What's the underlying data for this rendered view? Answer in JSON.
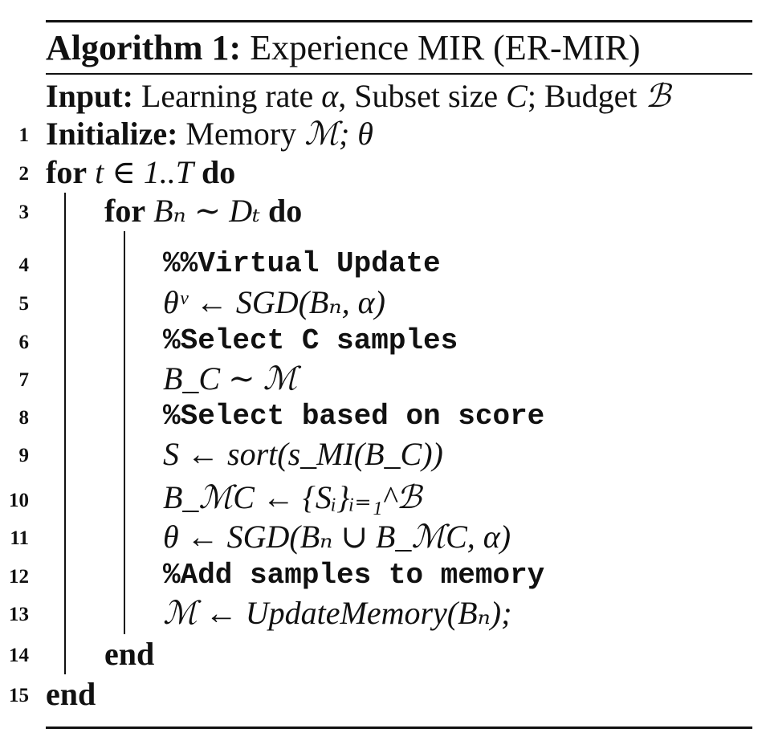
{
  "algorithm": {
    "label": "Algorithm 1:",
    "title": "Experience MIR (ER-MIR)"
  },
  "input": {
    "keyword": "Input:",
    "text_a": "Learning rate",
    "alpha": "α",
    "text_b": ", Subset size",
    "C": "C",
    "text_c": "; Budget",
    "B": "ℬ"
  },
  "lines": [
    {
      "num": "1",
      "kw": "Initialize:",
      "text": "Memory",
      "sym": "ℳ",
      "tail": "; θ"
    },
    {
      "num": "2",
      "kw_for": "for",
      "expr": "t ∈ 1..T",
      "kw_do": "do"
    },
    {
      "num": "3",
      "kw_for": "for",
      "expr": "Bₙ ∼ Dₜ",
      "kw_do": "do"
    },
    {
      "num": "4",
      "code": "%%Virtual Update"
    },
    {
      "num": "5",
      "math": "θᵛ ← SGD(Bₙ, α)"
    },
    {
      "num": "6",
      "code": "%Select C samples"
    },
    {
      "num": "7",
      "math": "B_C ∼ ℳ"
    },
    {
      "num": "8",
      "code": "%Select based on score"
    },
    {
      "num": "9",
      "math": "S ← sort(s_MI(B_C))"
    },
    {
      "num": "10",
      "math": "B_ℳC ← {Sᵢ}ᵢ₌₁^ℬ"
    },
    {
      "num": "11",
      "math": "θ ← SGD(Bₙ ∪ B_ℳC, α)"
    },
    {
      "num": "12",
      "code": "%Add samples to memory"
    },
    {
      "num": "13",
      "math": "ℳ ← UpdateMemory(Bₙ);"
    },
    {
      "num": "14",
      "kw": "end"
    },
    {
      "num": "15",
      "kw": "end"
    }
  ]
}
